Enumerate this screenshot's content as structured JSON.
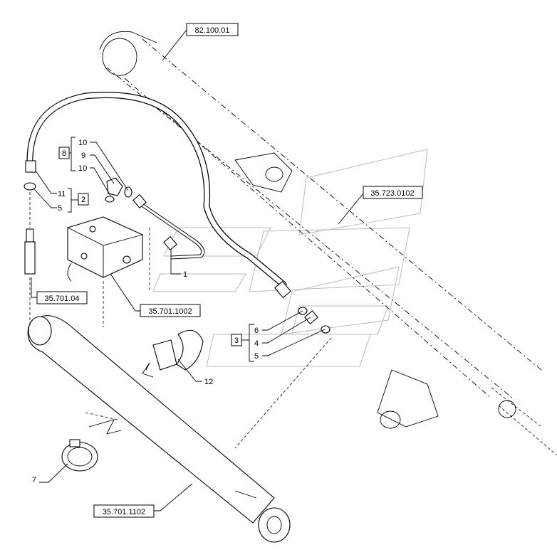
{
  "references": {
    "boom": "82.100.01",
    "hydraulic_lines": "35.723.0102",
    "cylinder_hose": "35.701.04",
    "valve_block": "35.701.1002",
    "cylinder": "35.701.1102"
  },
  "callouts": {
    "p1": "1",
    "p2": "2",
    "p3": "3",
    "p4": "4",
    "p5a": "5",
    "p5b": "5",
    "p6": "6",
    "p7": "7",
    "p8": "8",
    "p9": "9",
    "p10a": "10",
    "p10b": "10",
    "p11": "11",
    "p12": "12"
  }
}
